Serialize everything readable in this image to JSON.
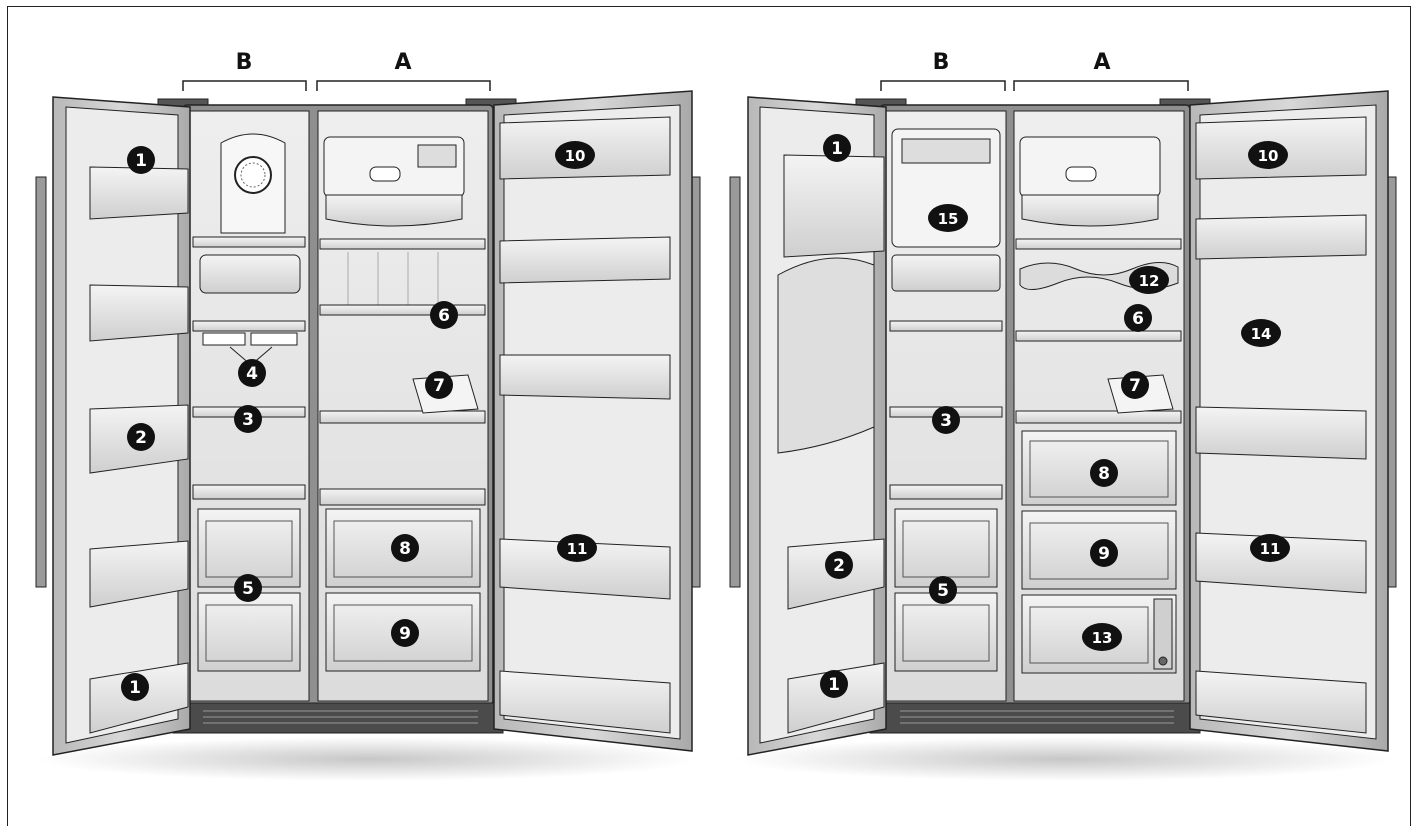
{
  "figure": {
    "left": {
      "sections": [
        {
          "key": "B",
          "label": "B"
        },
        {
          "key": "A",
          "label": "A"
        }
      ],
      "callouts": [
        {
          "id": "1a",
          "label": "1"
        },
        {
          "id": "1b",
          "label": "1"
        },
        {
          "id": "2",
          "label": "2"
        },
        {
          "id": "3",
          "label": "3"
        },
        {
          "id": "4",
          "label": "4"
        },
        {
          "id": "5",
          "label": "5"
        },
        {
          "id": "6",
          "label": "6"
        },
        {
          "id": "7",
          "label": "7"
        },
        {
          "id": "8",
          "label": "8"
        },
        {
          "id": "9",
          "label": "9"
        },
        {
          "id": "10",
          "label": "10"
        },
        {
          "id": "11",
          "label": "11"
        }
      ]
    },
    "right": {
      "sections": [
        {
          "key": "B",
          "label": "B"
        },
        {
          "key": "A",
          "label": "A"
        }
      ],
      "callouts": [
        {
          "id": "1a",
          "label": "1"
        },
        {
          "id": "1b",
          "label": "1"
        },
        {
          "id": "2",
          "label": "2"
        },
        {
          "id": "3",
          "label": "3"
        },
        {
          "id": "5",
          "label": "5"
        },
        {
          "id": "6",
          "label": "6"
        },
        {
          "id": "7",
          "label": "7"
        },
        {
          "id": "8",
          "label": "8"
        },
        {
          "id": "9",
          "label": "9"
        },
        {
          "id": "10",
          "label": "10"
        },
        {
          "id": "11",
          "label": "11"
        },
        {
          "id": "12",
          "label": "12"
        },
        {
          "id": "13",
          "label": "13"
        },
        {
          "id": "14",
          "label": "14"
        },
        {
          "id": "15",
          "label": "15"
        }
      ]
    }
  },
  "colors": {
    "outline": "#222222",
    "cabinet": "#e6e6e6",
    "cabinet_dark": "#c9c9c9",
    "door_frame": "#bdbdbd",
    "callout_fill": "#111111",
    "callout_text": "#ffffff"
  }
}
